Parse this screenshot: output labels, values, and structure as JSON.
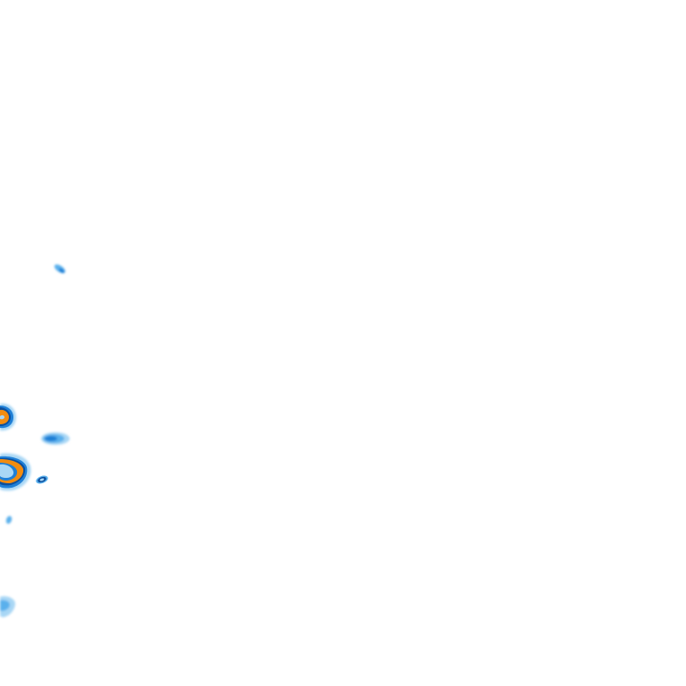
{
  "map": {
    "type": "precipitation-radar-overlay",
    "background_color": "#ffffff",
    "palette": {
      "light": "#a9d7f5",
      "moderate": "#5ab0ec",
      "heavy": "#1f7fd6",
      "edge": "#0b4f9e",
      "intense": "#f28c0f"
    },
    "echo_cells": [
      {
        "id": "cell-a",
        "peak_intensity": "moderate"
      },
      {
        "id": "cell-b",
        "peak_intensity": "intense"
      },
      {
        "id": "cell-c",
        "peak_intensity": "heavy"
      },
      {
        "id": "cell-d",
        "peak_intensity": "intense"
      },
      {
        "id": "cell-e",
        "peak_intensity": "heavy"
      },
      {
        "id": "cell-f",
        "peak_intensity": "moderate"
      },
      {
        "id": "cell-g",
        "peak_intensity": "light"
      }
    ]
  }
}
